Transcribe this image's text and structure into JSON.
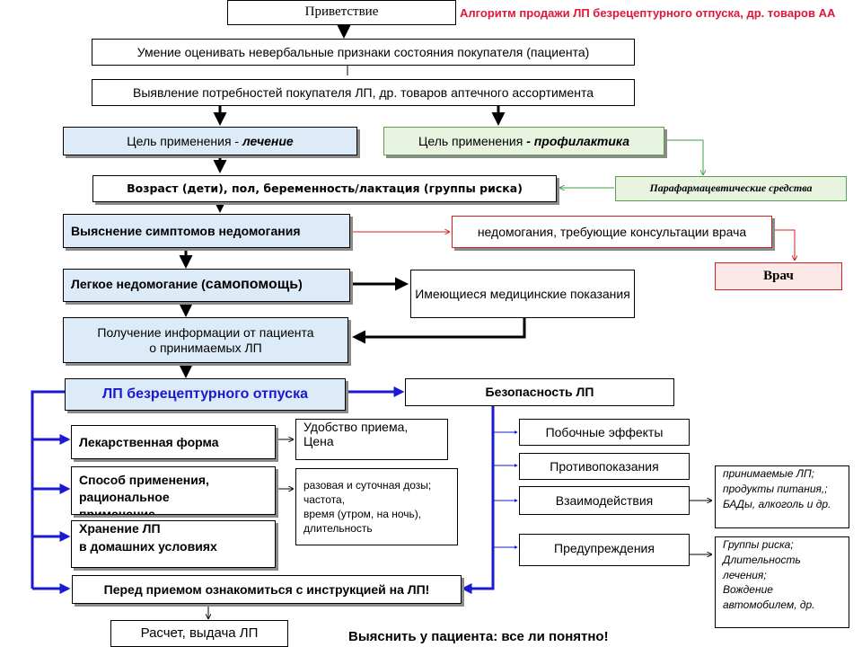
{
  "title": "Алгоритм продажи ЛП безрецептурного отпуска, др. товаров АА",
  "nodes": {
    "greeting": "Приветствие",
    "nonverbal": "Умение оценивать невербальные признаки состояния покупателя (пациента)",
    "needs": "Выявление потребностей покупателя ЛП,   др. товаров  аптечного ассортимента",
    "goal_treatment_prefix": "Цель применения - ",
    "goal_treatment_em": "лечение",
    "goal_prevention_prefix": "Цель применения ",
    "goal_prevention_em": "- профилактика",
    "risk_groups": "Возраст (дети), пол, беременность/лактация (группы риска)",
    "parapharm": "Парафармацевтические средства",
    "symptoms": "Выяснение симптомов недомогания",
    "consult": "недомогания, требующие консультации врача",
    "doctor": "Врач",
    "mild_prefix": "Легкое недомогание (",
    "mild_em": "самопомощь",
    "mild_suffix": ")",
    "indications": "Имеющиеся медицинские показания",
    "info_line1": "Получение информации от пациента",
    "info_line2": "о принимаемых  ЛП",
    "otc": "ЛП безрецептурного отпуска",
    "safety": "Безопасность ЛП",
    "dosage_form": "Лекарственная форма",
    "convenience_line1": "Удобство приема,",
    "convenience_line2": "Цена",
    "method_line1": "Способ применения,",
    "method_line2": "рациональное",
    "method_line3": "применение",
    "dose_line1": "разовая и суточная дозы;",
    "dose_line2": "частота,",
    "dose_line3": "время (утром, на ночь),",
    "dose_line4": "длительность",
    "storage_line1": "Хранение ЛП",
    "storage_line2": "в домашних условиях",
    "instruction": "Перед приемом ознакомиться с инструкцией на ЛП!",
    "dispense": "Расчет, выдача ЛП",
    "side_effects": "Побочные эффекты",
    "contraindications": "Противопоказания",
    "interactions": "Взаимодействия",
    "warnings": "Предупреждения",
    "interactions_detail_line1": "принимаемые ЛП;",
    "interactions_detail_line2": "продукты питания,;",
    "interactions_detail_line3": "БАДы, алкоголь и др.",
    "warnings_detail_line1": "Группы риска;",
    "warnings_detail_line2": "Длительность",
    "warnings_detail_line3": "лечения;",
    "warnings_detail_line4": "Вождение",
    "warnings_detail_line5": "автомобилем, др."
  },
  "footer": "Выяснить у пациента: все ли понятно!",
  "colors": {
    "title": "#e0163a",
    "blue_arrow": "#1a1ad0",
    "green_arrow": "#3ca03c",
    "red_arrow": "#d02020",
    "blue_fill": "#dcebf7",
    "green_fill": "#e8f4e0"
  }
}
